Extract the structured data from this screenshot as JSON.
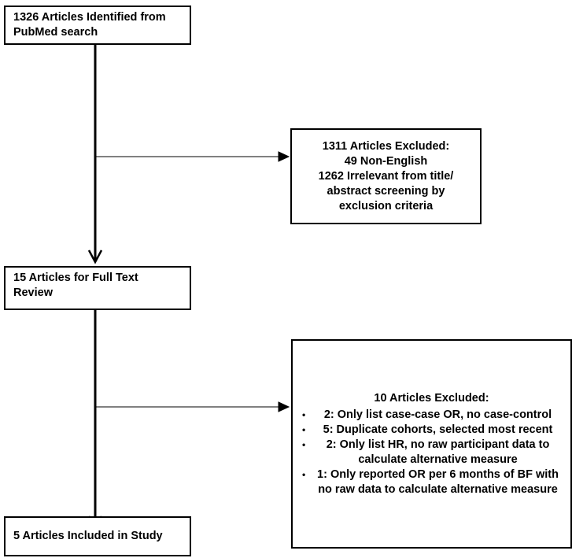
{
  "boxes": {
    "identified": {
      "lines": [
        "1326 Articles Identified from",
        "PubMed search"
      ]
    },
    "excluded_1": {
      "title": "1311 Articles Excluded:",
      "lines": [
        "49 Non-English",
        "1262 Irrelevant from title/",
        "abstract screening by",
        "exclusion criteria"
      ]
    },
    "full_text": {
      "lines": [
        "15 Articles for Full Text",
        "Review"
      ]
    },
    "excluded_2": {
      "title": "10 Articles Excluded:",
      "items": [
        {
          "text": "2: Only list case-case OR, no case-control"
        },
        {
          "text": "5: Duplicate cohorts, selected most recent"
        },
        {
          "text": "2: Only list HR, no raw participant data to calculate alternative measure"
        },
        {
          "text": "1: Only reported OR per 6 months of BF with no raw data to calculate alternative measure"
        }
      ]
    },
    "included": {
      "label": "5 Articles Included in Study"
    }
  },
  "bullet_glyph": "•"
}
